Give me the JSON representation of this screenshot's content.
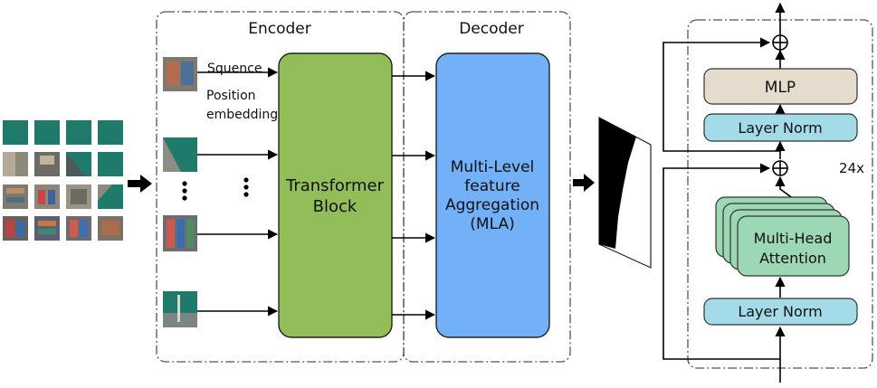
{
  "encoder": {
    "title": "Encoder",
    "sequence_label": "Squence",
    "position_label_line1": "Position",
    "position_label_line2": "embedding"
  },
  "decoder": {
    "title": "Decoder"
  },
  "transformer_block": {
    "line1": "Transformer",
    "line2": "Block"
  },
  "mla": {
    "line1": "Multi-Level",
    "line2": "feature",
    "line3": "Aggregation",
    "line4": "(MLA)"
  },
  "layer": {
    "mlp": "MLP",
    "layer_norm_top": "Layer Norm",
    "layer_norm_bottom": "Layer Norm",
    "mha_line1": "Multi-Head",
    "mha_line2": "Attention",
    "repeat": "24x"
  },
  "colors": {
    "transformer_fill": "#92bd58",
    "mla_fill": "#72b0f7",
    "mlp_fill": "#e6dccd",
    "layer_norm_fill": "#a3dce8",
    "mha_fill": "#9dd8b5",
    "patch_water": "#1f7a6c"
  },
  "icons": {
    "add": "circle-plus-icon",
    "arrow": "bold-right-arrow-icon",
    "output": "segmentation-mask-icon"
  }
}
